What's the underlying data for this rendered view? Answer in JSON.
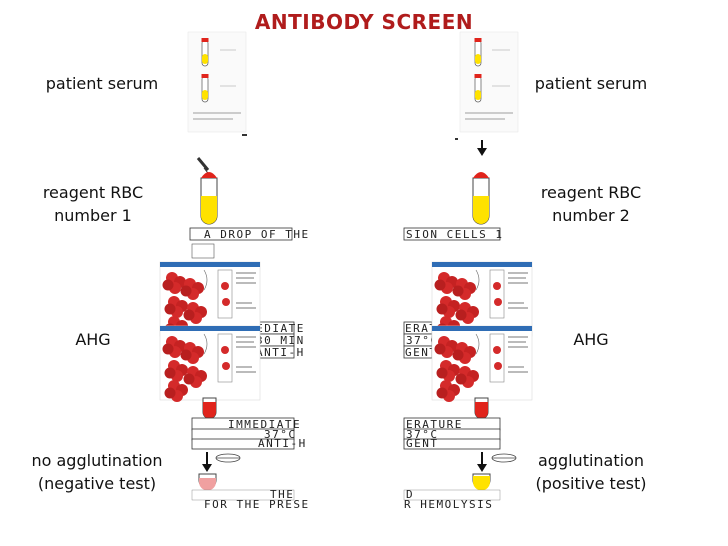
{
  "title": "ANTIBODY  SCREEN",
  "left_labels": {
    "serum": "patient serum",
    "rbc_line1": "reagent RBC",
    "rbc_line2": "number 1",
    "ahg": "AHG",
    "result_line1": "no agglutination",
    "result_line2": "(negative test)"
  },
  "right_labels": {
    "serum": "patient serum",
    "rbc_line1": "reagent RBC",
    "rbc_line2": "number 2",
    "ahg": "AHG",
    "result_line1": "agglutination",
    "result_line2": "(positive test)"
  },
  "colors": {
    "title": "#b01c1c",
    "tube_reagent": "#ffe200",
    "tube_cap": "#e0241c",
    "rbc_cluster": "#d42a2a",
    "negative_tube": "#f0a0a0",
    "positive_tube": "#ffe200"
  },
  "icons": [
    "test-tube-icon",
    "dropper-icon",
    "arrow-down-icon",
    "mix-arrows-icon",
    "rbc-cluster-icon"
  ]
}
